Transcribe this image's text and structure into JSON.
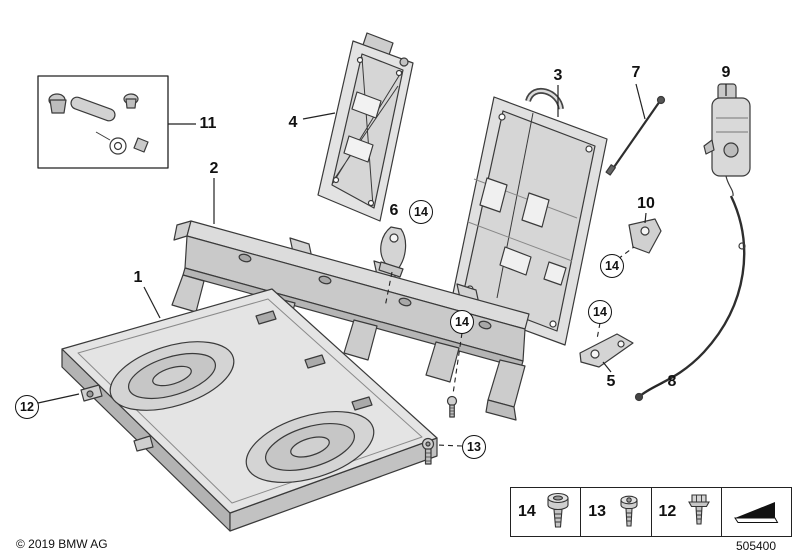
{
  "diagram": {
    "copyright": "© 2019 BMW AG",
    "diagram_number": "505400",
    "colors": {
      "line": "#333333",
      "background": "#ffffff",
      "fill_light": "#e2e2e2",
      "fill_mid": "#cccccc",
      "fill_dark": "#b3b3b3"
    },
    "callouts": [
      {
        "label": "1",
        "circled": false
      },
      {
        "label": "2",
        "circled": false
      },
      {
        "label": "3",
        "circled": false
      },
      {
        "label": "4",
        "circled": false
      },
      {
        "label": "5",
        "circled": false
      },
      {
        "label": "6",
        "circled": false
      },
      {
        "label": "7",
        "circled": false
      },
      {
        "label": "8",
        "circled": false
      },
      {
        "label": "9",
        "circled": false
      },
      {
        "label": "10",
        "circled": false
      },
      {
        "label": "11",
        "circled": false
      },
      {
        "label": "12",
        "circled": true
      },
      {
        "label": "13",
        "circled": true
      },
      {
        "label": "14",
        "circled": true
      },
      {
        "label": "14",
        "circled": true
      },
      {
        "label": "14",
        "circled": true
      },
      {
        "label": "14",
        "circled": true
      }
    ],
    "legend": {
      "items": [
        {
          "label": "14",
          "icon": "cheese-head-screw-icon"
        },
        {
          "label": "13",
          "icon": "pan-head-screw-icon"
        },
        {
          "label": "12",
          "icon": "hex-flange-bolt-icon"
        },
        {
          "label": "",
          "icon": "wedge-direction-icon"
        }
      ]
    }
  }
}
